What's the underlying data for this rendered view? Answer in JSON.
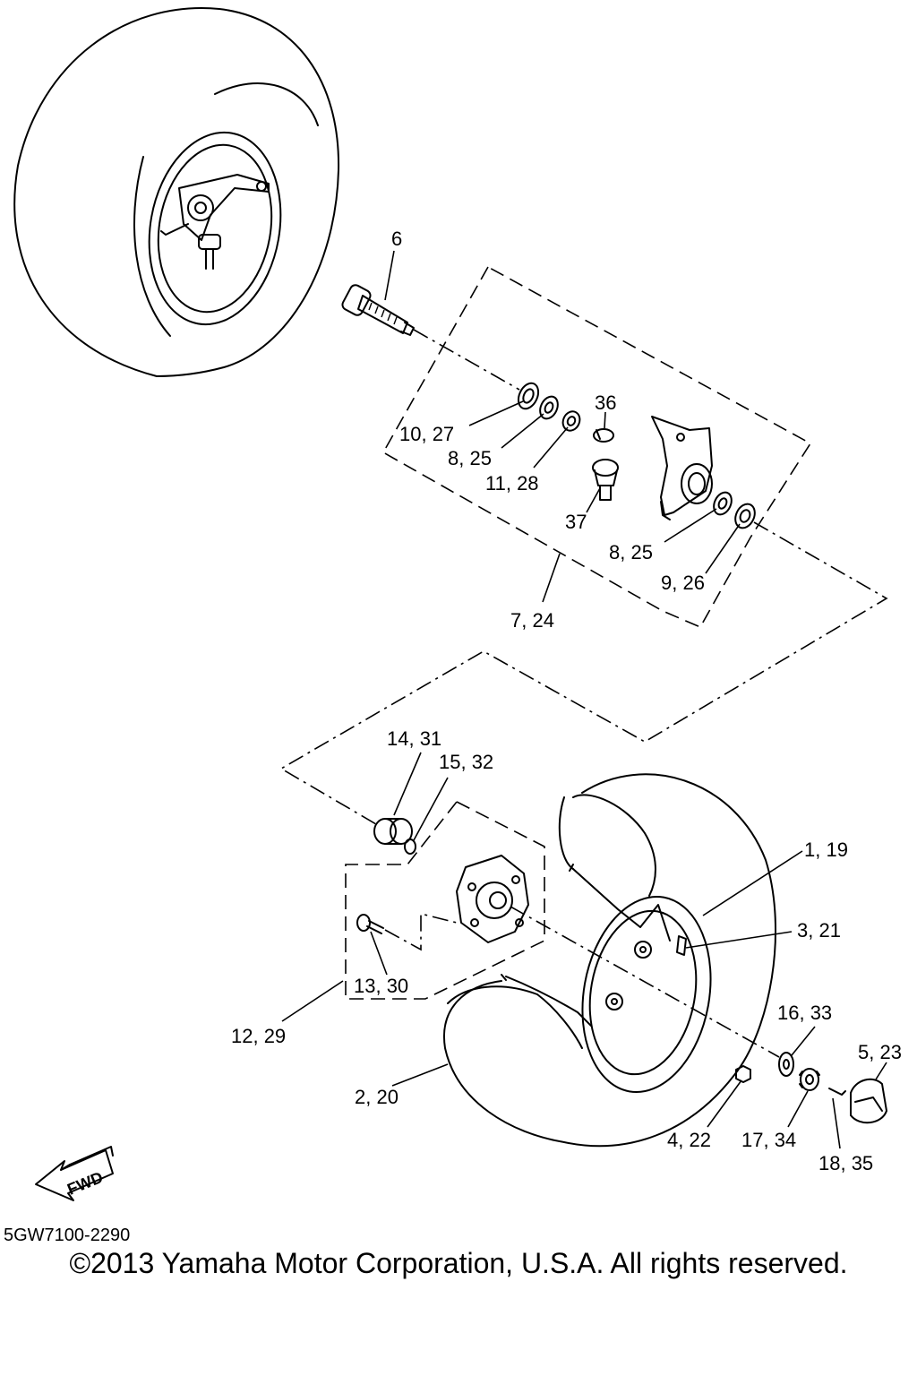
{
  "callouts": [
    {
      "id": "c1",
      "text": "6"
    },
    {
      "id": "c2",
      "text": "36"
    },
    {
      "id": "c3",
      "text": "10, 27"
    },
    {
      "id": "c4",
      "text": "8, 25"
    },
    {
      "id": "c5",
      "text": "11, 28"
    },
    {
      "id": "c6",
      "text": "37"
    },
    {
      "id": "c7",
      "text": "8, 25"
    },
    {
      "id": "c8",
      "text": "9, 26"
    },
    {
      "id": "c9",
      "text": "7, 24"
    },
    {
      "id": "c10",
      "text": "14, 31"
    },
    {
      "id": "c11",
      "text": "15, 32"
    },
    {
      "id": "c12",
      "text": "1, 19"
    },
    {
      "id": "c13",
      "text": "3, 21"
    },
    {
      "id": "c14",
      "text": "13, 30"
    },
    {
      "id": "c15",
      "text": "12, 29"
    },
    {
      "id": "c16",
      "text": "16, 33"
    },
    {
      "id": "c17",
      "text": "5, 23"
    },
    {
      "id": "c18",
      "text": "2, 20"
    },
    {
      "id": "c19",
      "text": "4, 22"
    },
    {
      "id": "c20",
      "text": "17, 34"
    },
    {
      "id": "c21",
      "text": "18, 35"
    }
  ],
  "fwd_label": "FWD",
  "diagram_code": "5GW7100-2290",
  "copyright": "©2013 Yamaha Motor Corporation, U.S.A. All rights reserved."
}
